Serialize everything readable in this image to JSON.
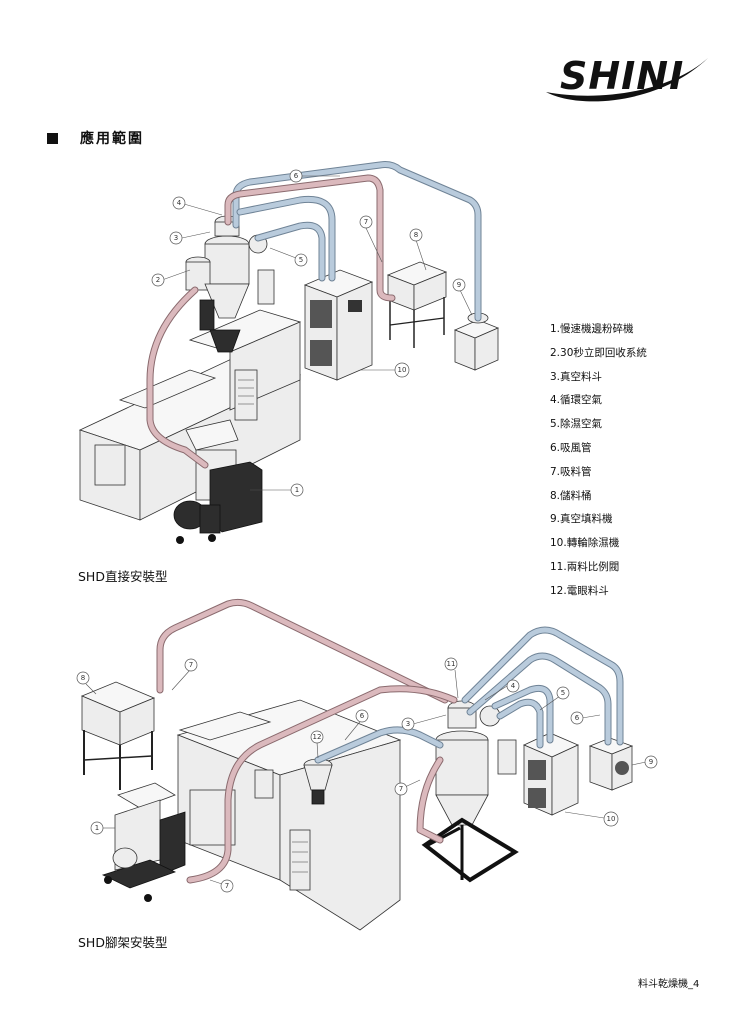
{
  "brand": {
    "logo_text": "SHINI"
  },
  "section": {
    "title": "應用範圍"
  },
  "legend": [
    "1.慢速機邊粉碎機",
    "2.30秒立即回收系統",
    "3.真空料斗",
    "4.循環空氣",
    "5.除濕空氣",
    "6.吸風管",
    "7.吸料管",
    "8.儲料桶",
    "9.真空填料機",
    "10.轉輪除濕機",
    "11.兩料比例閥",
    "12.電眼料斗"
  ],
  "diagram1": {
    "caption": "SHD直接安裝型",
    "callouts": [
      "1",
      "2",
      "3",
      "4",
      "5",
      "6",
      "7",
      "8",
      "9",
      "10"
    ]
  },
  "diagram2": {
    "caption": "SHD腳架安裝型",
    "callouts": [
      "1",
      "3",
      "4",
      "5",
      "6",
      "6",
      "7",
      "7",
      "7",
      "8",
      "9",
      "10",
      "11",
      "12"
    ]
  },
  "footer": {
    "page_label": "料斗乾燥機_4"
  },
  "colors": {
    "pipe_air": "#b9cbdc",
    "pipe_material": "#dbb9bd",
    "machine_fill": "#ececec",
    "outline": "#333333",
    "dark_unit": "#2c2c2c"
  }
}
